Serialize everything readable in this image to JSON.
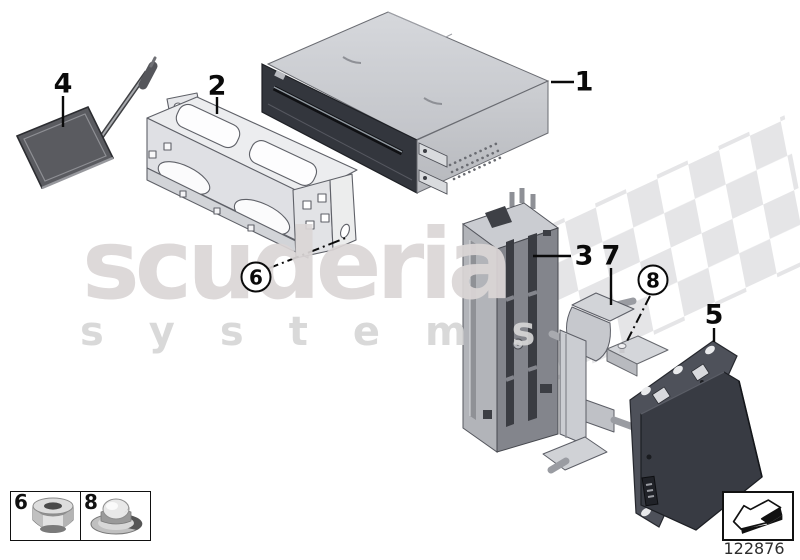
{
  "watermark": {
    "line1": "scuderia",
    "line2": "systems",
    "color": "#dbd6d6"
  },
  "callouts": [
    {
      "id": "1"
    },
    {
      "id": "2"
    },
    {
      "id": "3"
    },
    {
      "id": "4"
    },
    {
      "id": "5"
    },
    {
      "id": "7"
    }
  ],
  "circled_callouts": [
    {
      "id": "6"
    },
    {
      "id": "8"
    }
  ],
  "legend": {
    "items": [
      {
        "number": "6",
        "icon": "hex-nut-icon"
      },
      {
        "number": "8",
        "icon": "flange-nut-icon"
      }
    ]
  },
  "footer": {
    "diagram_number": "122876",
    "icon": "direction-arrow-icon"
  },
  "colors": {
    "line": "#0a0a0a",
    "checker": "#e5e5e7",
    "part_dark": "#383b43",
    "part_light": "#e9eaec"
  }
}
